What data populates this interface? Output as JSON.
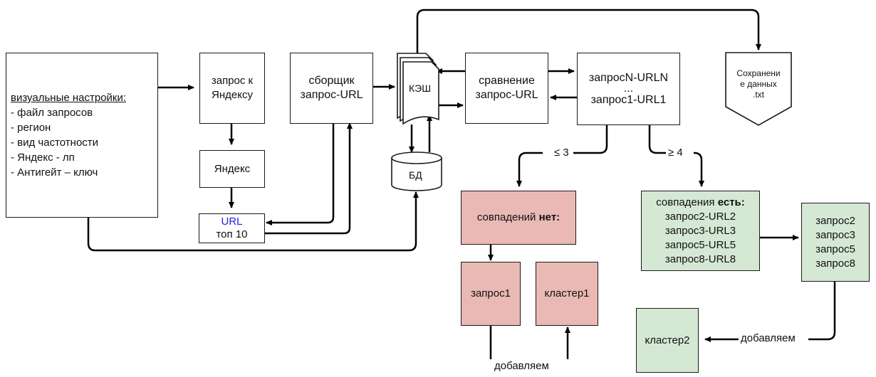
{
  "settings": {
    "title": "визуальные настройки:",
    "items": [
      "- файл запросов",
      "- регион",
      "- вид частотности",
      "- Яндекс - лп",
      "- Антигейт – ключ"
    ]
  },
  "yandex_query": [
    "запрос к",
    "Яндексу"
  ],
  "yandex": "Яндекс",
  "url_top": {
    "url": "URL",
    "top": "топ 10"
  },
  "collector": [
    "сборщик",
    "запрос-URL"
  ],
  "cache": "КЭШ",
  "db": "БД",
  "compare": [
    "сравнение",
    "запрос-URL"
  ],
  "pairs": {
    "line1": "запросN-URLN",
    "line2": "...",
    "line3": "запрос1-URL1"
  },
  "save": [
    "Сохранени",
    "е данных",
    ".txt"
  ],
  "branch_left": "≤ 3",
  "branch_right": "≥ 4",
  "no_match": {
    "prefix": "совпадений",
    "bold": "нет:"
  },
  "query1": "запрос1",
  "cluster1": "кластер1",
  "add_bottom": "добавляем",
  "match": {
    "prefix": "совпадения",
    "bold": "есть:",
    "items": [
      "запрос2-URL2",
      "запрос3-URL3",
      "запрос5-URL5",
      "запрос8-URL8"
    ]
  },
  "queries": [
    "запрос2",
    "запрос3",
    "запрос5",
    "запрос8"
  ],
  "cluster2": "кластер2",
  "add_right": "добавляем"
}
